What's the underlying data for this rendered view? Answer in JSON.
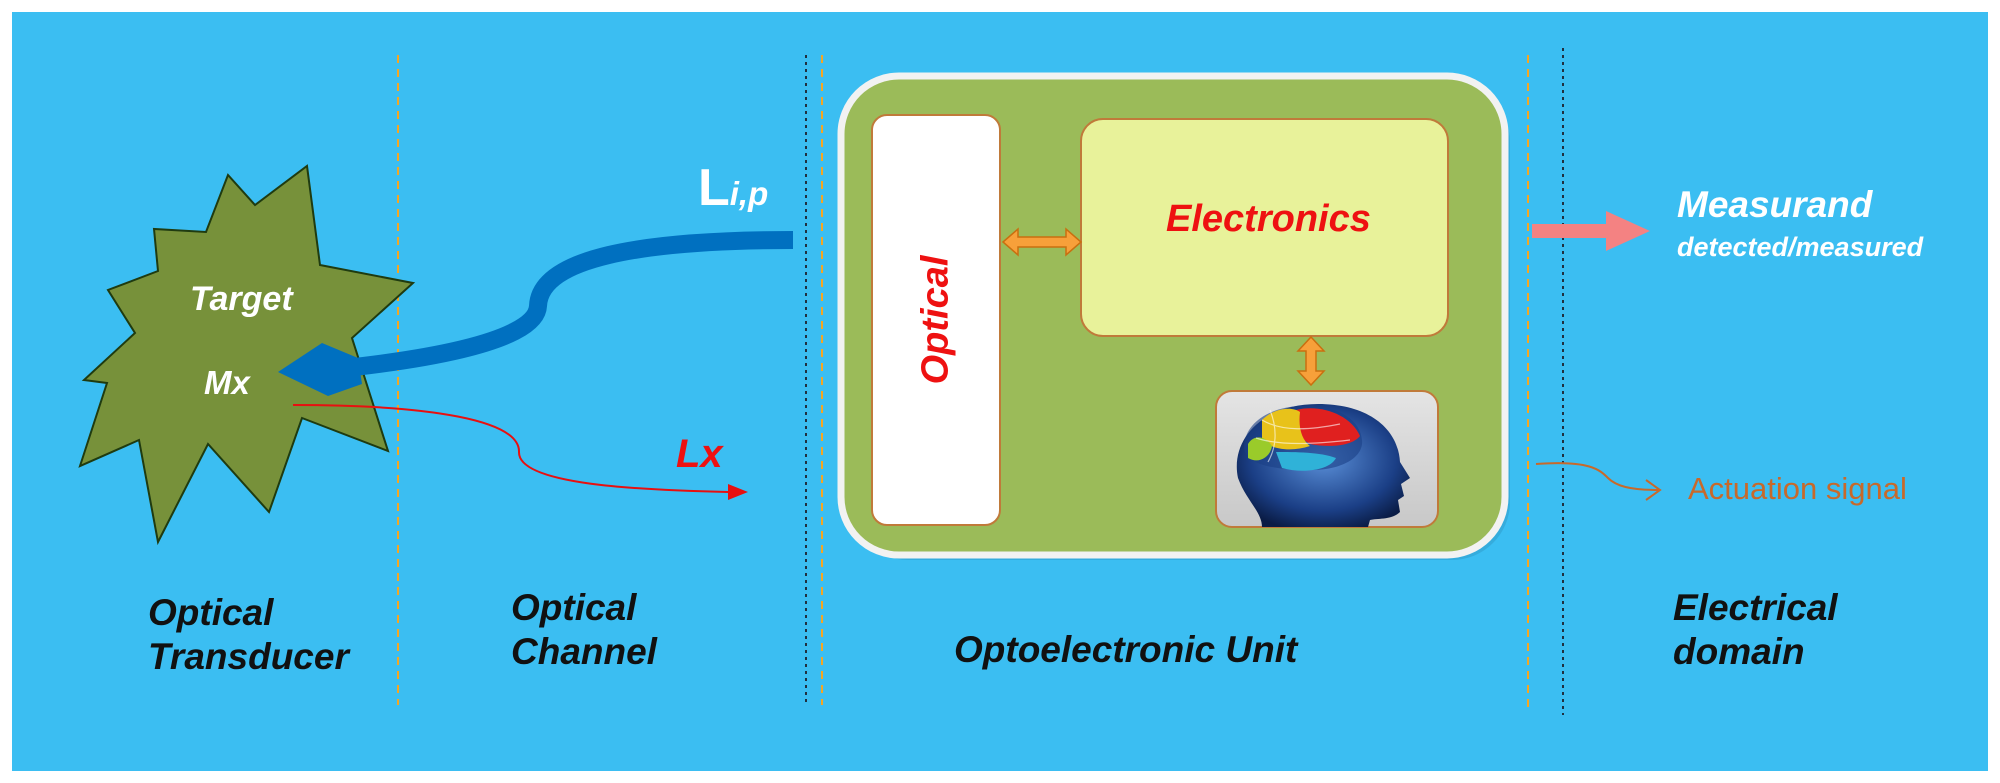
{
  "diagram": {
    "colors": {
      "background": "#3bbef2",
      "target_fill": "#77913a",
      "unit_fill": "#9bbb59",
      "electronics_fill": "#e8f29a",
      "box_border": "#c07a3a",
      "beam": "#0070c0",
      "emission": "#e81010",
      "divider_orange": "#f5a623",
      "divider_dark": "#203040",
      "double_arrow": "#f7a03a",
      "output_arrow": "#f48282",
      "actuation": "#c8692a"
    },
    "target": {
      "label": "Target",
      "material": "Mx"
    },
    "beams": {
      "incident": "Li,p",
      "incident_base": "L",
      "incident_sub": "i,p",
      "emitted": "Lx"
    },
    "unit": {
      "optical_label": "Optical",
      "electronics_label": "Electronics",
      "brain_icon": "brain-head-icon"
    },
    "outputs": {
      "measurand_title": "Measurand",
      "measurand_sub": "detected/measured",
      "actuation": "Actuation signal"
    },
    "zones": {
      "transducer_line1": "Optical",
      "transducer_line2": "Transducer",
      "channel_line1": "Optical",
      "channel_line2": "Channel",
      "unit": "Optoelectronic Unit",
      "electrical_line1": "Electrical",
      "electrical_line2": "domain"
    }
  }
}
